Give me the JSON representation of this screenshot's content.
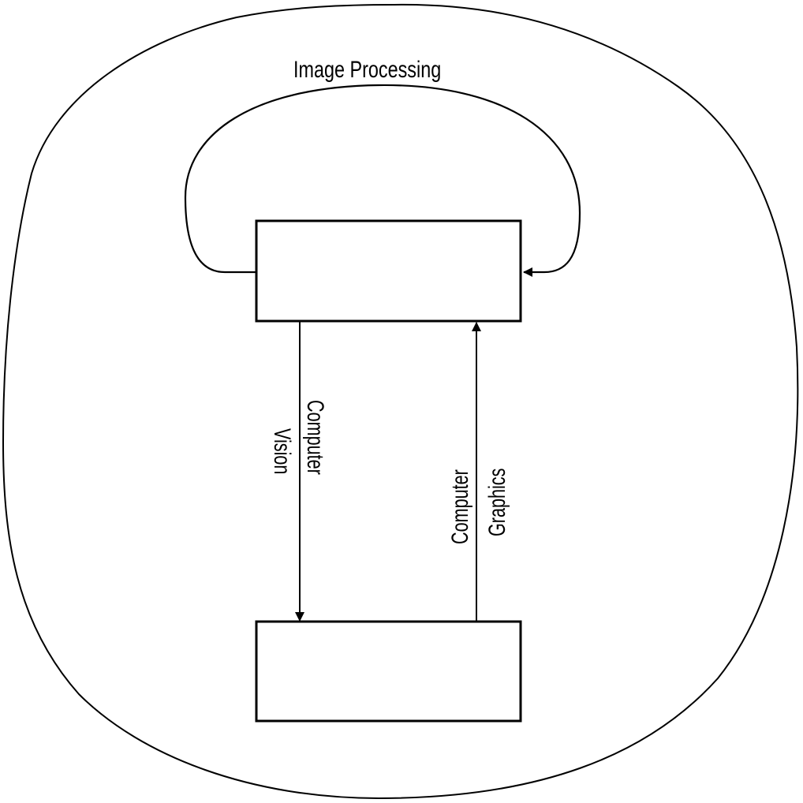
{
  "title": "Image Processing",
  "edges": {
    "vision": {
      "line1": "Computer",
      "line2": "Vision"
    },
    "graphics": {
      "line1": "Computer",
      "line2": "Graphics"
    }
  },
  "colors": {
    "stroke": "#000000",
    "background": "#ffffff"
  }
}
